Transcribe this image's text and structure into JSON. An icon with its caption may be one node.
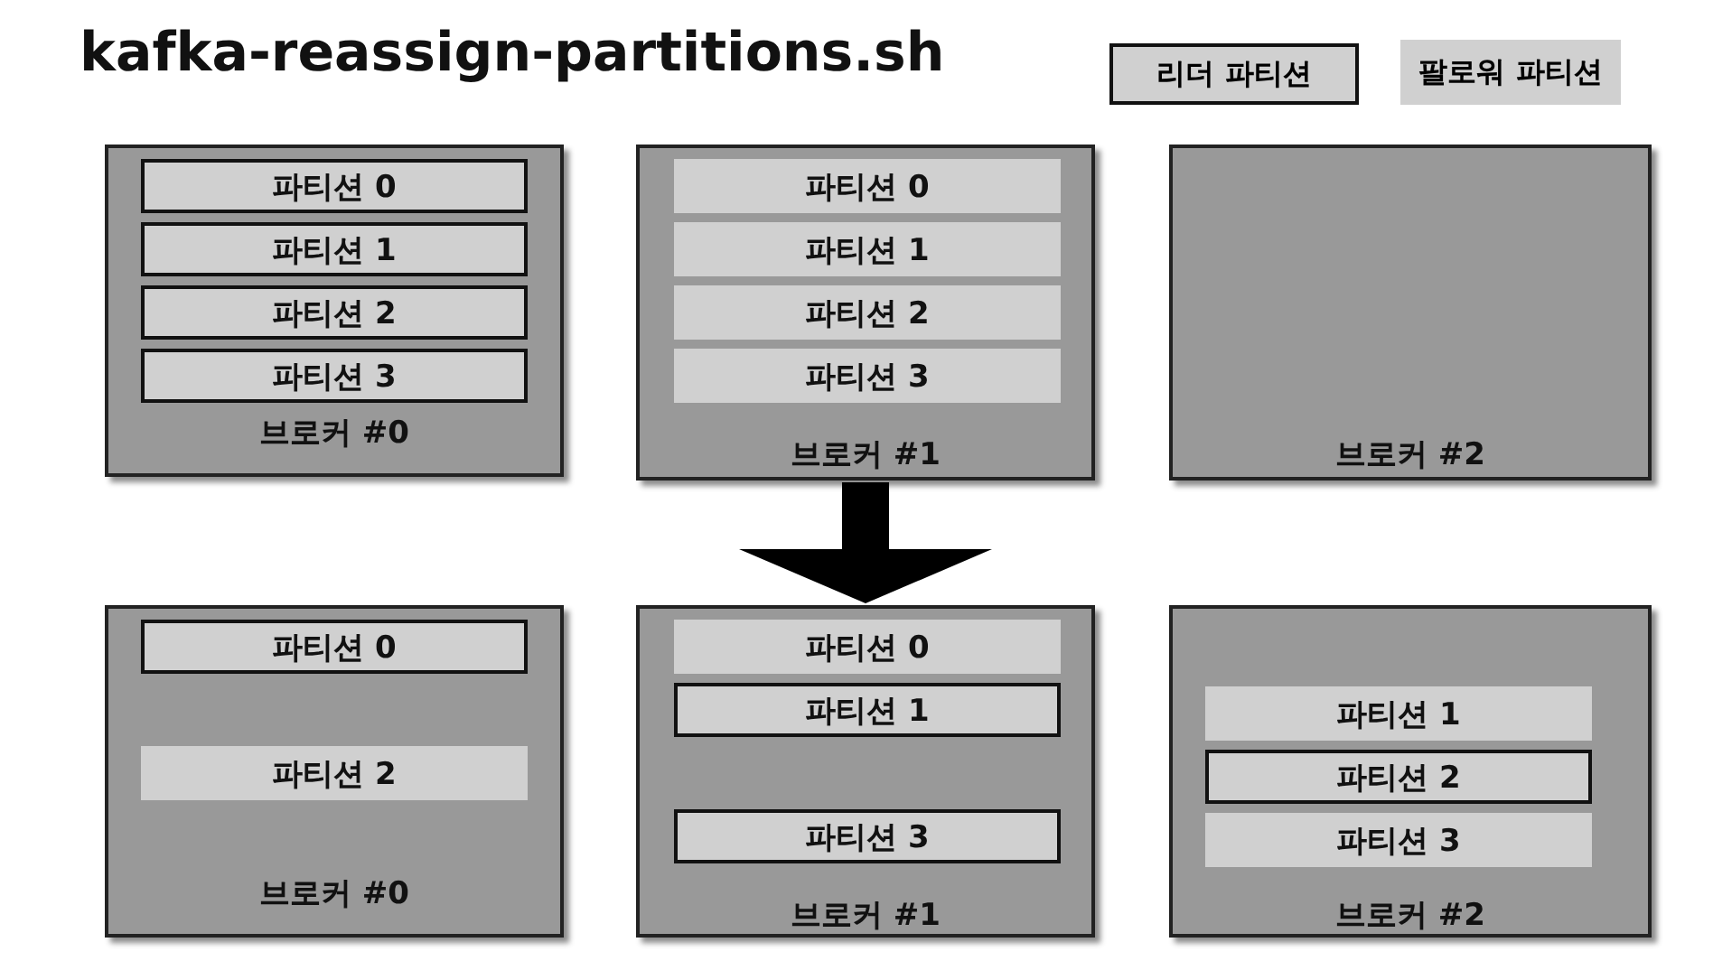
{
  "diagram": {
    "title": "kafka-reassign-partitions.sh",
    "nodes": [
      {
        "text": [
          "브로커 #0"
        ]
      },
      {
        "text": [
          "파티션 0"
        ],
        "in": 0
      },
      {
        "text": [
          "파티션 1"
        ],
        "in": 0
      },
      {
        "text": [
          "파티션 2"
        ],
        "in": 0
      },
      {
        "text": [
          "파티션 3"
        ],
        "in": 0
      },
      {
        "text": [
          "브로커 #1"
        ]
      },
      {
        "text": [
          "파티션 0"
        ],
        "in": 5
      },
      {
        "text": [
          "파티션 1"
        ],
        "in": 5
      },
      {
        "text": [
          "파티션 2"
        ],
        "in": 5
      },
      {
        "text": [
          "파티션 3"
        ],
        "in": 5
      },
      {
        "text": [
          "브로커 #2"
        ]
      },
      {
        "text": [
          "브로커 #0"
        ]
      },
      {
        "text": [
          "파티션 0"
        ],
        "in": 11
      },
      {
        "text": [
          "파티션 2"
        ],
        "in": 11
      },
      {
        "text": [
          "브로커 #1"
        ]
      },
      {
        "text": [
          "파티션 0"
        ],
        "in": 14
      },
      {
        "text": [
          "파티션 1"
        ],
        "in": 14
      },
      {
        "text": [
          "파티션 3"
        ],
        "in": 14
      },
      {
        "text": [
          "브로커 #2"
        ]
      },
      {
        "text": [
          "파티션 1"
        ],
        "in": 18
      },
      {
        "text": [
          "파티션 2"
        ],
        "in": 18
      },
      {
        "text": [
          "파티션 3"
        ],
        "in": 18
      }
    ],
    "edges": [
      {
        "from": 5,
        "to": 14,
        "arrow": "to"
      }
    ],
    "legend": [
      {
        "text": "리더 파티션"
      },
      {
        "text": "팔로워 파티션",
        "color": "#d0d0d0"
      }
    ]
  }
}
